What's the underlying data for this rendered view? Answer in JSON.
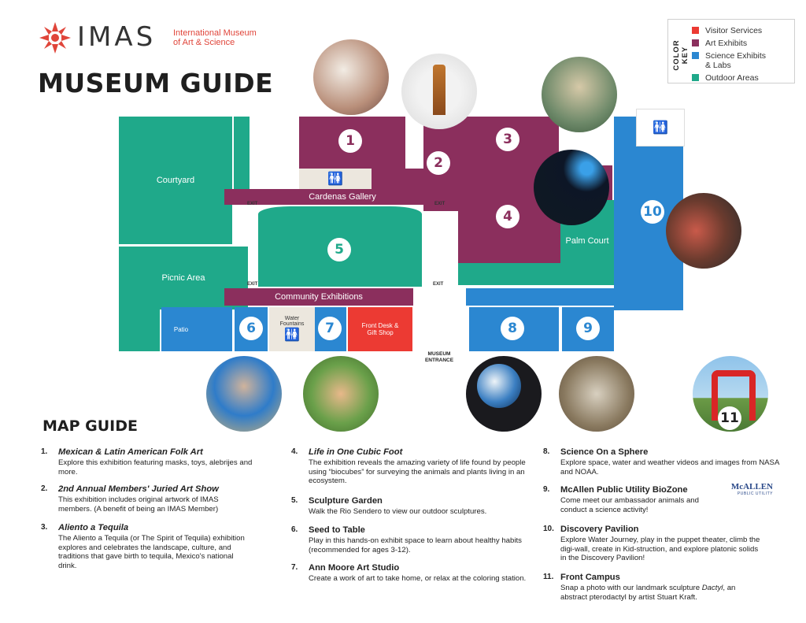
{
  "brand": {
    "wordmark": "IMAS",
    "subtitle_line1": "International Museum",
    "subtitle_line2": "of Art & Science"
  },
  "page_title": "MUSEUM GUIDE",
  "color_key": {
    "title": "COLOR KEY",
    "items": [
      {
        "label": "Visitor Services",
        "color": "#ec3a33"
      },
      {
        "label": "Art Exhibits",
        "color": "#8b2f5d"
      },
      {
        "label": "Science Exhibits & Labs",
        "color": "#2b87d1"
      },
      {
        "label": "Outdoor Areas",
        "color": "#1fa98a"
      }
    ]
  },
  "map": {
    "courtyard": "Courtyard",
    "picnic_area": "Picnic Area",
    "cardenas_gallery": "Cardenas Gallery",
    "palm_court": "Palm Court",
    "community_exhibitions": "Community Exhibitions",
    "patio": "Patio",
    "water_fountains": "Water Fountains",
    "front_desk": "Front Desk & Gift Shop",
    "museum_entrance": "MUSEUM ENTRANCE",
    "exit": "EXIT",
    "numbers": [
      "1",
      "2",
      "3",
      "4",
      "5",
      "6",
      "7",
      "8",
      "9",
      "10",
      "11"
    ]
  },
  "map_guide": {
    "title": "MAP GUIDE",
    "items": [
      {
        "num": "1.",
        "title": "Mexican & Latin American Folk Art",
        "desc": "Explore this exhibition featuring masks, toys, alebrijes and more."
      },
      {
        "num": "2.",
        "title": "2nd Annual Members' Juried Art Show",
        "desc": "This exhibition includes original artwork of IMAS members. (A benefit of being an IMAS Member)"
      },
      {
        "num": "3.",
        "title": "Aliento a Tequila",
        "desc": "The Aliento a Tequila (or The Spirit of Tequila) exhibition explores and celebrates the landscape, culture, and traditions that gave birth to tequila, Mexico's national drink."
      },
      {
        "num": "4.",
        "title": "Life in One Cubic Foot",
        "desc": "The exhibition reveals the amazing variety of life found by people using “biocubes” for surveying the animals and plants living in an ecosystem."
      },
      {
        "num": "5.",
        "title": "Sculpture Garden",
        "desc": "Walk the Rio Sendero to view our outdoor sculptures."
      },
      {
        "num": "6.",
        "title": "Seed to Table",
        "desc": "Play in this hands-on exhibit space to learn about healthy habits (recommended for ages 3-12)."
      },
      {
        "num": "7.",
        "title": "Ann Moore Art Studio",
        "desc": "Create a work of art to take home, or relax at the coloring station."
      },
      {
        "num": "8.",
        "title": "Science On a Sphere",
        "desc": "Explore space, water and weather videos and images from NASA and NOAA."
      },
      {
        "num": "9.",
        "title": "McAllen Public Utility BioZone",
        "desc": "Come meet our ambassador animals and conduct a science activity!"
      },
      {
        "num": "10.",
        "title": "Discovery Pavilion",
        "desc": "Explore Water Journey, play in the puppet theater, climb the digi-wall, create in Kid-struction, and explore platonic solids in the Discovery Pavilion!"
      },
      {
        "num": "11.",
        "title": "Front Campus",
        "desc_pre": "Snap a photo with our landmark sculpture ",
        "desc_ital": "Dactyl",
        "desc_post": ", an abstract pterodactyl by artist Stuart Kraft."
      }
    ],
    "sponsor_logo": "McALLEN",
    "sponsor_sub": "PUBLIC UTILITY"
  }
}
